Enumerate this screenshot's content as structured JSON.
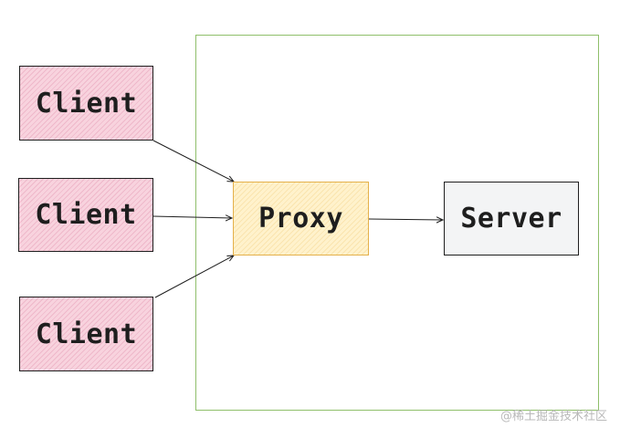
{
  "nodes": {
    "client_1": "Client",
    "client_2": "Client",
    "client_3": "Client",
    "proxy": "Proxy",
    "server": "Server"
  },
  "watermark": "@稀土掘金技术社区",
  "colors": {
    "frame": "#8fbf6a",
    "client_fill": "#f8d3de",
    "proxy_fill": "#fff2cc",
    "proxy_border": "#e4b04a",
    "server_fill": "#f3f4f5",
    "stroke": "#1e1e1e"
  }
}
